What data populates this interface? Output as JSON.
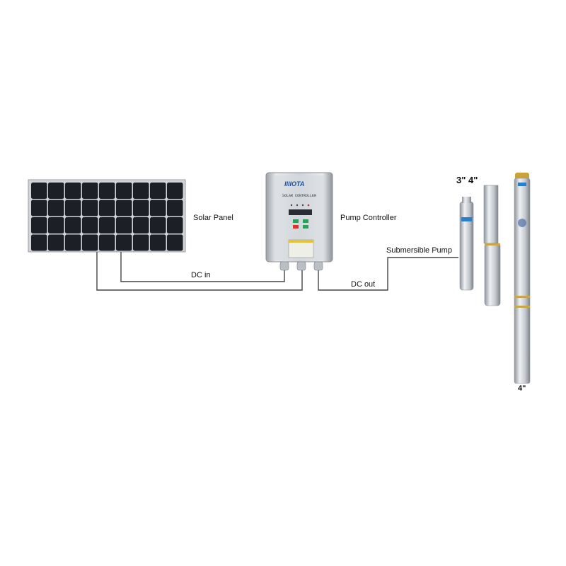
{
  "labels": {
    "solar_panel": "Solar Panel",
    "pump_controller": "Pump Controller",
    "submersible_pump": "Submersible Pump",
    "dc_in": "DC in",
    "dc_out": "DC out",
    "size_top": "3\" 4\"",
    "size_bottom": "4\""
  },
  "controller": {
    "title": "SOLAR CONTROLLER",
    "button_colors": [
      "#2e9e5a",
      "#2e9e5a",
      "#d9342b",
      "#2e9e5a"
    ]
  },
  "colors": {
    "wire": "#444444",
    "panel_cell": "#1c1f26",
    "panel_frame": "#c9cbd0",
    "steel": "#c8ccd2"
  }
}
